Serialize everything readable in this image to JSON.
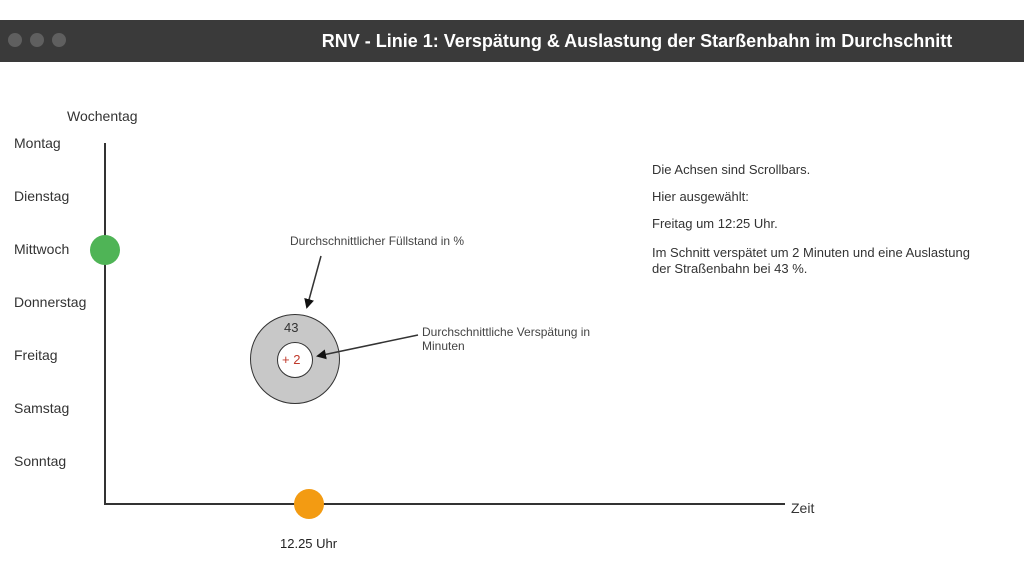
{
  "window": {
    "title": "RNV - Linie 1: Verspätung & Auslastung der Starßenbahn im Durchschnitt"
  },
  "y_axis": {
    "label": "Wochentag",
    "days": [
      "Montag",
      "Dienstag",
      "Mittwoch",
      "Donnerstag",
      "Freitag",
      "Samstag",
      "Sonntag"
    ]
  },
  "x_axis": {
    "label": "Zeit",
    "selected_time": "12.25 Uhr"
  },
  "indicator": {
    "fill_percent": "43",
    "delay": "+ 2",
    "fill_annotation": "Durchschnittlicher Füllstand in %",
    "delay_annotation_line1": "Durchschnittliche Verspätung in",
    "delay_annotation_line2": "Minuten"
  },
  "info": {
    "line1": "Die Achsen sind Scrollbars.",
    "line2": "Hier ausgewählt:",
    "line3": "Freitag um 12:25 Uhr.",
    "line4a": "Im Schnitt verspätet um 2 Minuten und eine Auslastung",
    "line4b": "der Straßenbahn bei 43 %."
  },
  "colors": {
    "day_handle": "#4fb456",
    "time_handle": "#f39b12",
    "titlebar": "#3a3a3a",
    "ring": "#c8c8c8",
    "delay_text": "#c0392b"
  },
  "icons": {
    "window_controls": [
      "window-dot-icon",
      "window-dot-icon",
      "window-dot-icon"
    ]
  }
}
